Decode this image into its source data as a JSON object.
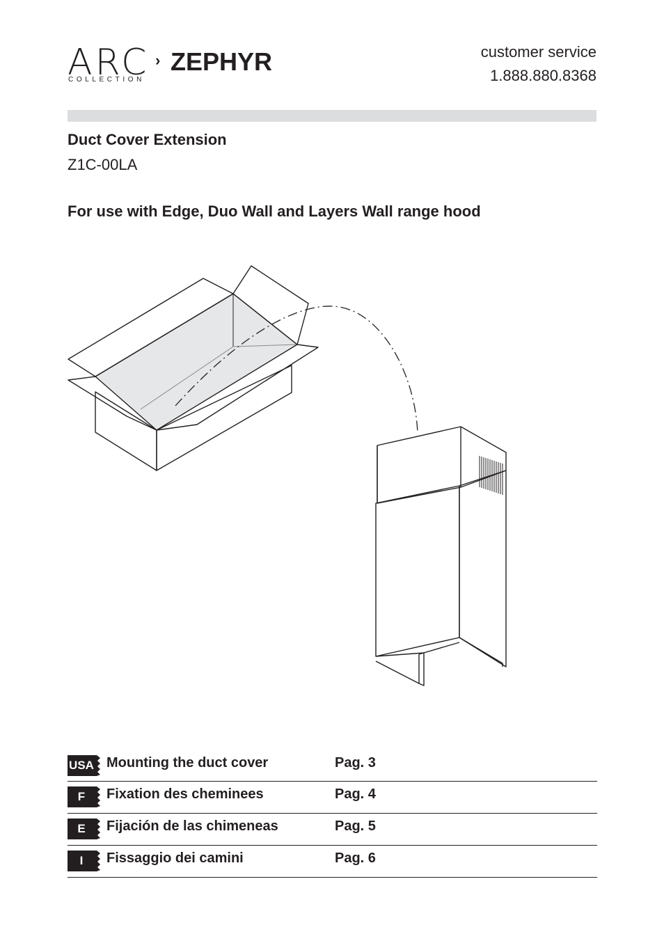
{
  "brand": {
    "arc": "ARC",
    "collection": "COLLECTION",
    "zephyr": "ZEPHYR"
  },
  "service": {
    "label": "customer service",
    "phone": "1.888.880.8368"
  },
  "product": {
    "title": "Duct Cover Extension",
    "model": "Z1C-00LA",
    "compatibility": "For use with Edge, Duo Wall and Layers Wall range hood"
  },
  "toc": [
    {
      "lang": "USA",
      "label": "Mounting the duct cover",
      "page": "Pag. 3"
    },
    {
      "lang": "F",
      "label": "Fixation des cheminees",
      "page": "Pag. 4"
    },
    {
      "lang": "E",
      "label": "Fijación de las chimeneas",
      "page": "Pag. 5"
    },
    {
      "lang": "I",
      "label": "Fissaggio dei camini",
      "page": "Pag. 6"
    }
  ],
  "colors": {
    "text": "#231f20",
    "band": "#dcdddf",
    "flag": "#231f20",
    "box_interior": "#e6e7e8"
  }
}
